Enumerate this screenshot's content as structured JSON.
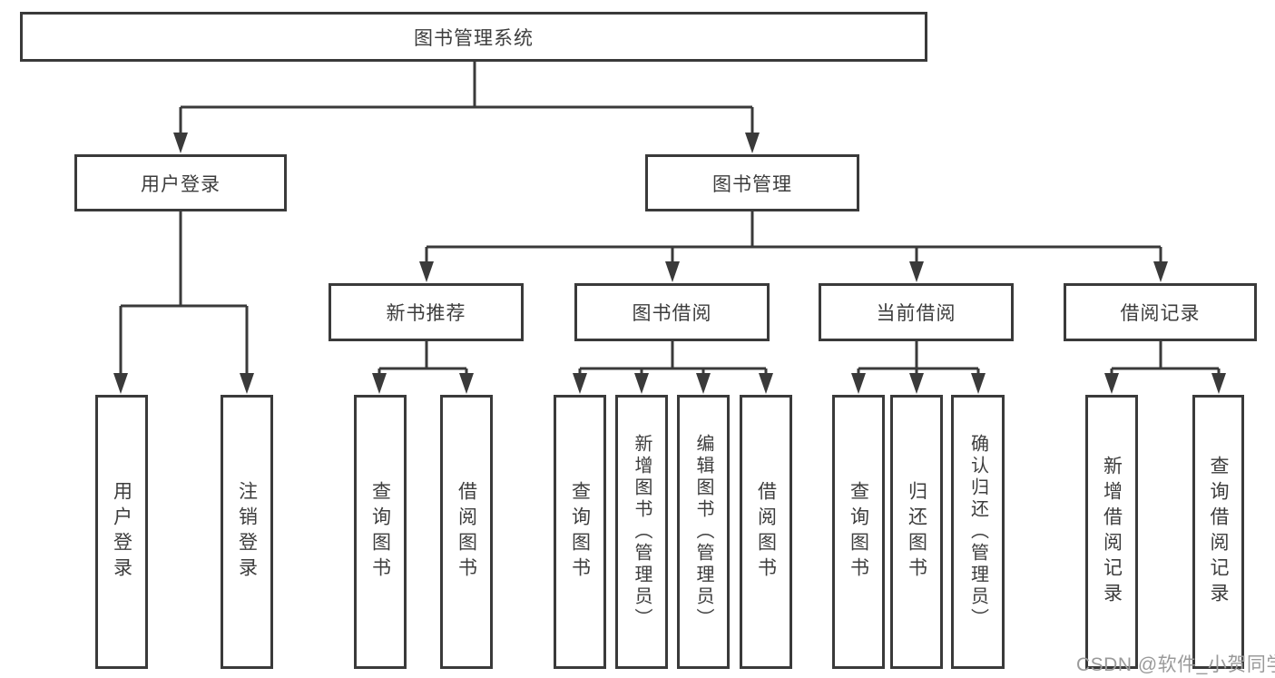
{
  "diagram": {
    "root_label": "图书管理系统",
    "level2": {
      "left": "用户登录",
      "right": "图书管理"
    },
    "level3": [
      "新书推荐",
      "图书借阅",
      "当前借阅",
      "借阅记录"
    ],
    "leaves": {
      "login": [
        "用户登录",
        "注销登录"
      ],
      "recommend": [
        "查询图书",
        "借阅图书"
      ],
      "borrow": [
        "查询图书",
        "新增图书（管理员）",
        "编辑图书（管理员）",
        "借阅图书"
      ],
      "current": [
        "查询图书",
        "归还图书",
        "确认归还（管理员）"
      ],
      "records": [
        "新增借阅记录",
        "查询借阅记录"
      ]
    }
  },
  "watermark": "CSDN @软件_小贺同学",
  "colors": {
    "background": "#ffffff",
    "line": "#3a3a3a",
    "box_border": "#3a3a3a",
    "text": "#3d3d3d",
    "watermark": "#9a9a9a"
  }
}
